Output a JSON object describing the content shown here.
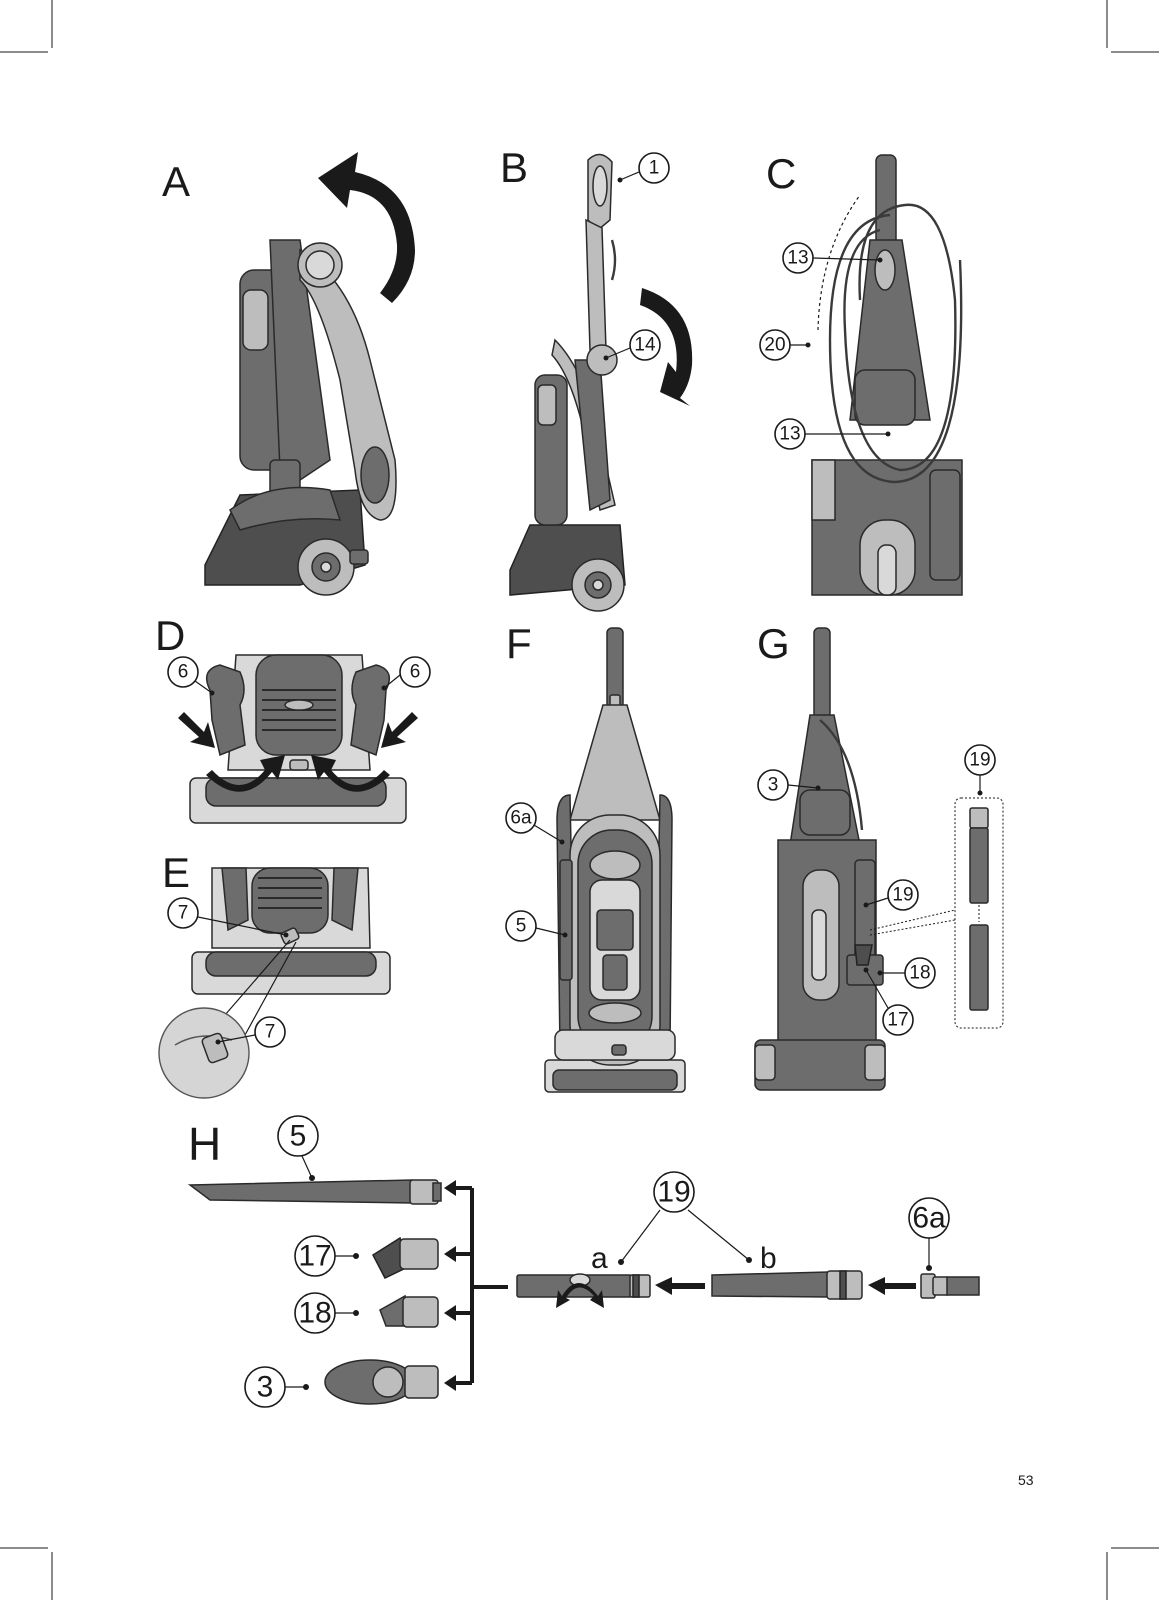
{
  "panels": {
    "A": {
      "letter": "A"
    },
    "B": {
      "letter": "B",
      "callouts": [
        "1",
        "14"
      ]
    },
    "C": {
      "letter": "C",
      "callouts": [
        "13",
        "20",
        "13"
      ]
    },
    "D": {
      "letter": "D",
      "callouts": [
        "6",
        "6"
      ]
    },
    "E": {
      "letter": "E",
      "callouts": [
        "7",
        "7"
      ]
    },
    "F": {
      "letter": "F",
      "callouts": [
        "6a",
        "5"
      ]
    },
    "G": {
      "letter": "G",
      "callouts": [
        "3",
        "19",
        "19",
        "18",
        "17"
      ]
    },
    "H": {
      "letter": "H",
      "callouts": [
        "5",
        "17",
        "18",
        "3",
        "19",
        "6a"
      ],
      "sub_labels": [
        "a",
        "b"
      ]
    }
  },
  "page_number": "53"
}
